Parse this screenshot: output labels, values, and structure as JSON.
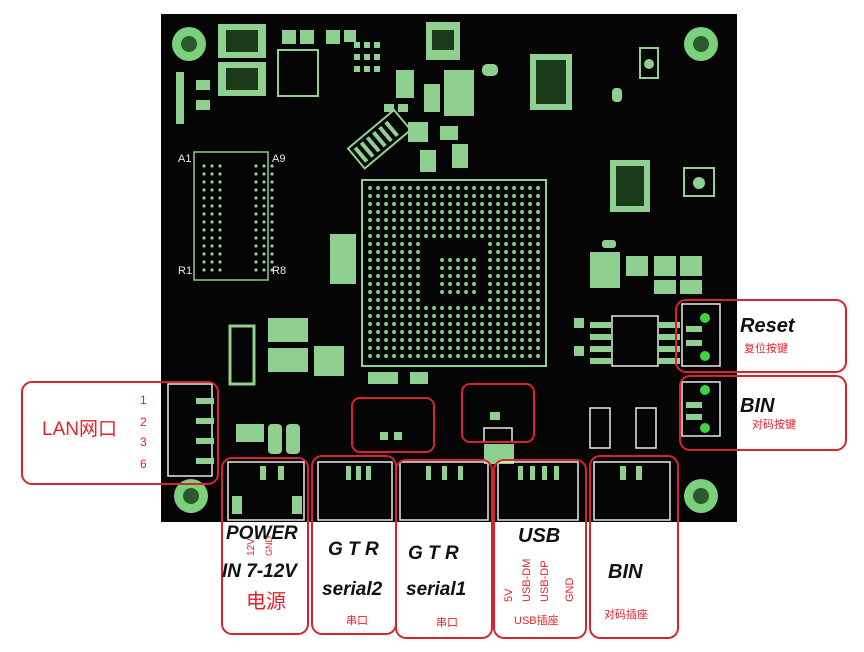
{
  "colors": {
    "board": "#050505",
    "copper": "#8fcf8f",
    "pad": "#7ccf7c",
    "callout": "#d9232c",
    "label_red": "#e8202a",
    "label_black": "#111111",
    "silkscreen": "#e9e9e9"
  },
  "silkscreen": {
    "a1": "A1",
    "a9": "A9",
    "r1": "R1",
    "r8": "R8"
  },
  "lan": {
    "title": "LAN网口",
    "pins": [
      "1",
      "2",
      "3",
      "6"
    ]
  },
  "power": {
    "title_line1": "POWER",
    "title_line2": "IN 7-12V",
    "subtitle": "电源",
    "pin_12v": "12V",
    "pin_gnd": "GND"
  },
  "serial2": {
    "title_line1": "G T R",
    "title_line2": "serial2",
    "subtitle": "串口"
  },
  "serial1": {
    "title_line1": "G T R",
    "title_line2": "serial1",
    "subtitle": "串口"
  },
  "usb": {
    "title": "USB",
    "pins": [
      "5V",
      "USB-DM",
      "USB-DP",
      "GND"
    ],
    "subtitle": "USB插座"
  },
  "bin_bottom": {
    "title": "BIN",
    "subtitle": "对码插座"
  },
  "reset": {
    "title": "Reset",
    "subtitle": "复位按键"
  },
  "bin_right": {
    "title": "BIN",
    "subtitle": "对码按键"
  }
}
